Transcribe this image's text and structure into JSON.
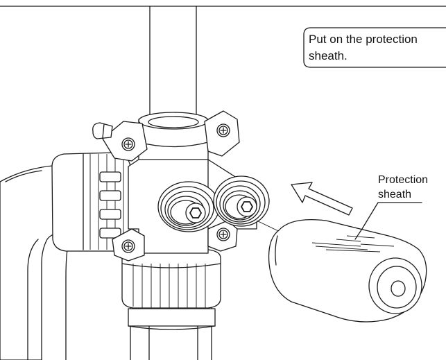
{
  "instruction": {
    "lines": [
      "Put on the protection",
      "sheath."
    ]
  },
  "callout": {
    "lines": [
      "Protection",
      "sheath"
    ]
  },
  "colors": {
    "line": "#1a1a1a",
    "background": "#ffffff"
  },
  "icons": [
    "phillips-screw-icon",
    "hex-socket-icon",
    "direction-arrow-icon"
  ]
}
